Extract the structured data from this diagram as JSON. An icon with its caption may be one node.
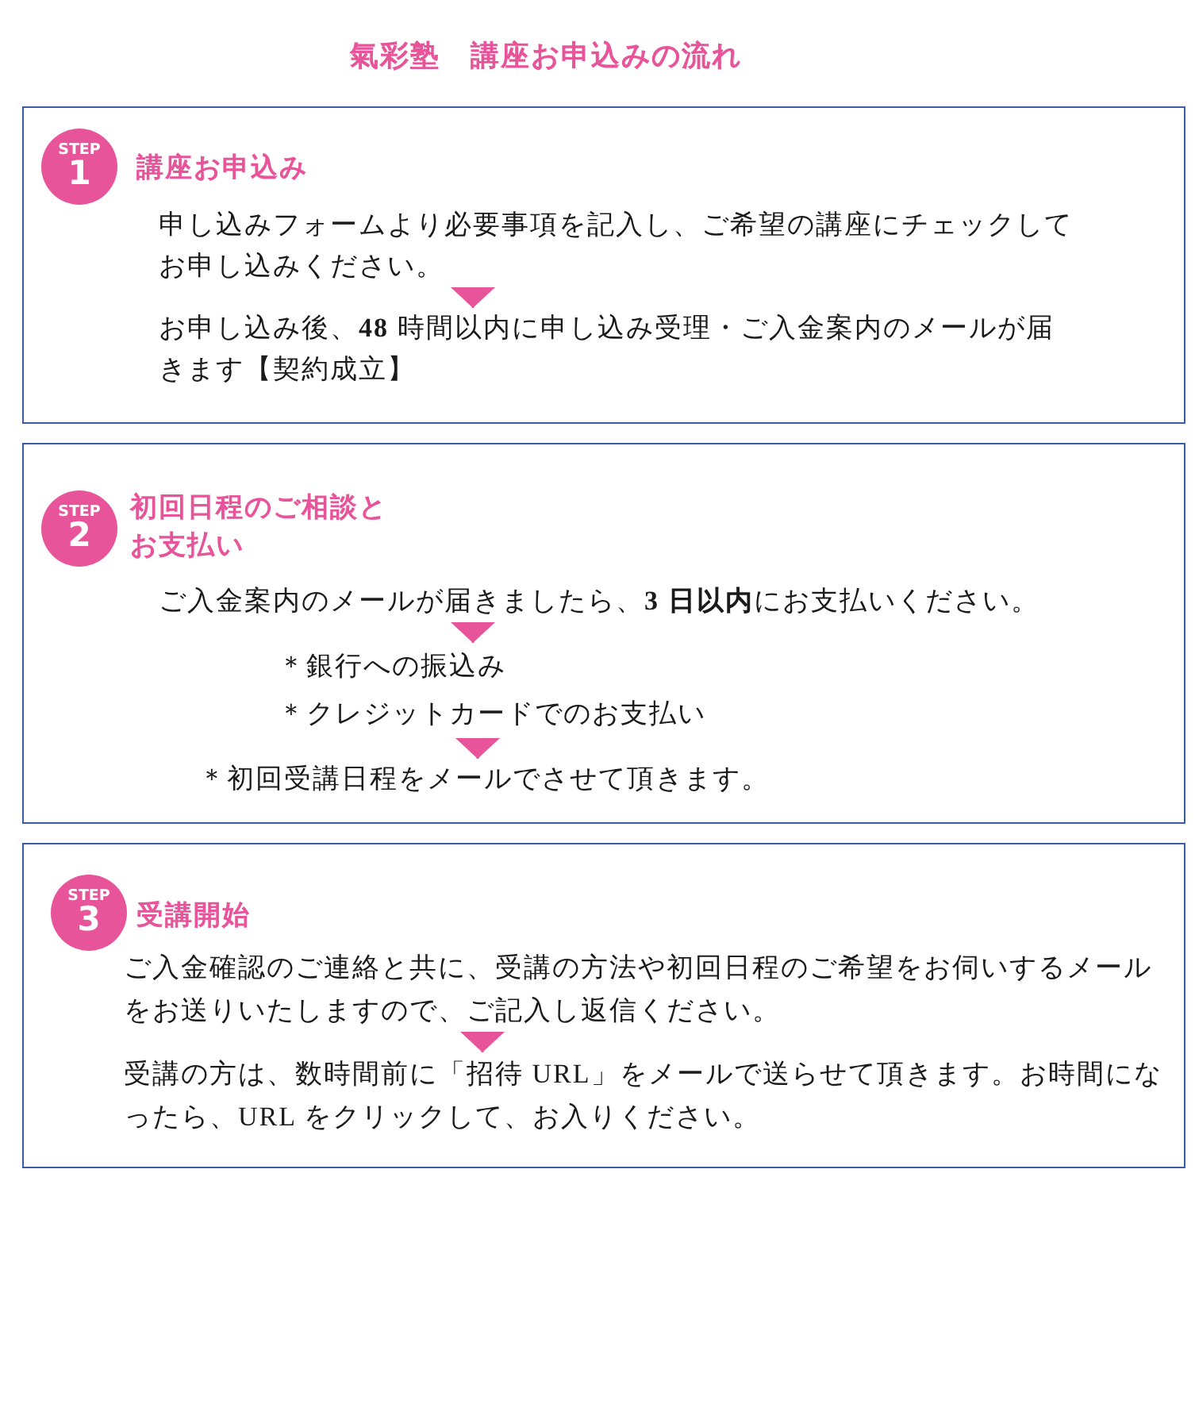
{
  "diagram": {
    "title": "氣彩塾　講座お申込みの流れ",
    "nodes": [
      {
        "text": [
          "講座お申込み"
        ]
      },
      {
        "text": [
          "STEP",
          "1"
        ],
        "in": 0
      },
      {
        "text": [
          "申し込みフォームより必要事項を記入し、ご希望の講座にチェックしてお申し込みください。"
        ],
        "in": 0
      },
      {
        "text": [
          "お申し込み後、**48** 時間以内に申し込み受理・ご入金案内のメールが届きます【契約成立】"
        ],
        "in": 0
      },
      {
        "text": [
          "初回日程のご相談とお支払い"
        ]
      },
      {
        "text": [
          "STEP",
          "2"
        ],
        "in": 4
      },
      {
        "text": [
          "ご入金案内のメールが届きましたら、**3 日以内**にお支払いください。"
        ],
        "in": 4
      },
      {
        "text": [
          "＊銀行への振込み",
          "＊クレジットカードでのお支払い"
        ],
        "in": 4
      },
      {
        "text": [
          "＊初回受講日程をメールでさせて頂きます。"
        ],
        "in": 4
      },
      {
        "text": [
          "受講開始"
        ]
      },
      {
        "text": [
          "STEP",
          "3"
        ],
        "in": 9
      },
      {
        "text": [
          "ご入金確認のご連絡と共に、受講の方法や初回日程のご希望をお伺いするメールをお送りいたしますので、ご記入し返信ください。"
        ],
        "in": 9
      },
      {
        "text": [
          "受講の方は、数時間前に「招待 URL」をメールで送らせて頂きます。お時間になったら、URL をクリックして、お入りください。"
        ],
        "in": 9
      }
    ],
    "edges": [
      {
        "from": 2,
        "to": 3,
        "arrow": "to"
      },
      {
        "from": 6,
        "to": 7,
        "arrow": "to"
      },
      {
        "from": 7,
        "to": 8,
        "arrow": "to"
      },
      {
        "from": 11,
        "to": 12,
        "arrow": "to"
      }
    ]
  }
}
